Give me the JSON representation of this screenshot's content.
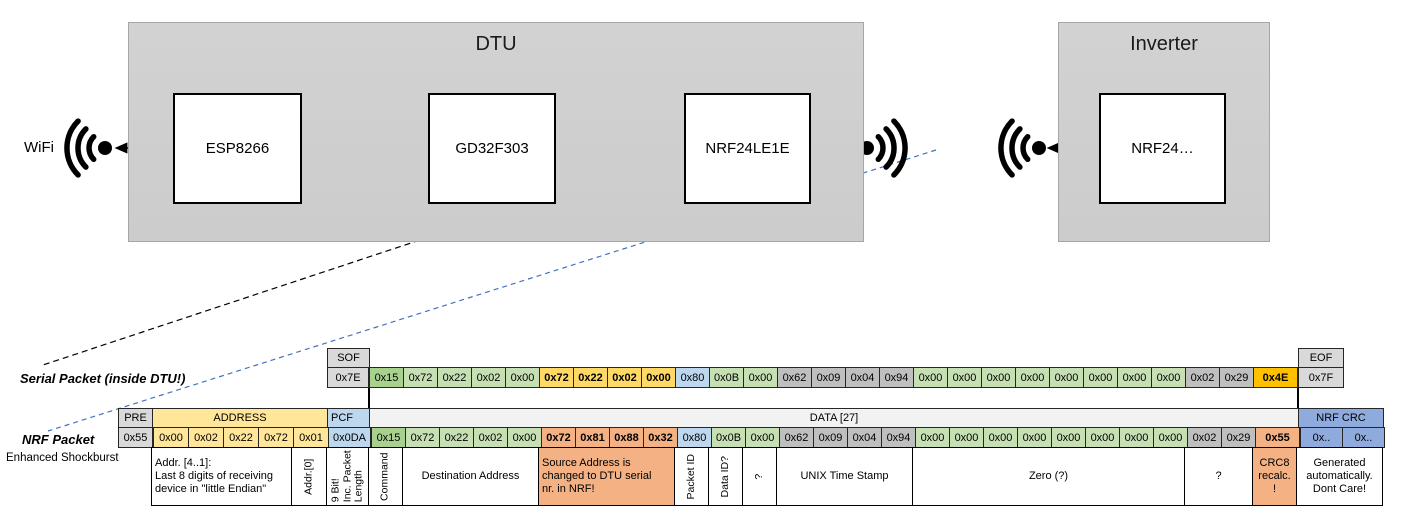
{
  "colors": {
    "green_dark": "#A9D18E",
    "green_light": "#C6E0B4",
    "gold": "#FFD966",
    "gold_bright": "#FFC000",
    "orange": "#F4B183",
    "blue_light": "#BDD7EE",
    "blue_crc": "#8FAADC",
    "gray_mid": "#BFBFBF",
    "gray_header": "#D9D9D9",
    "yellow": "#FFE699",
    "data_header_bg": "#F2F2F2",
    "arrow_orange": "#ED7D31",
    "arrow_green": "#70AD47",
    "dash_blue": "#4472C4",
    "white": "#FFFFFF"
  },
  "diagram": {
    "wifi_label": "WiFi",
    "dtu": {
      "title": "DTU",
      "chips": [
        "ESP8266",
        "GD32F303",
        "NRF24LE1E"
      ]
    },
    "inverter": {
      "title": "Inverter",
      "chip": "NRF24…"
    }
  },
  "serial_packet": {
    "label": "Serial Packet (inside DTU!)",
    "sof_header": "SOF",
    "sof_value": "0x7E",
    "eof_header": "EOF",
    "eof_value": "0x7F",
    "bytes": [
      {
        "v": "0x15",
        "c": "green_dark"
      },
      {
        "v": "0x72",
        "c": "green_light"
      },
      {
        "v": "0x22",
        "c": "green_light"
      },
      {
        "v": "0x02",
        "c": "green_light"
      },
      {
        "v": "0x00",
        "c": "green_light"
      },
      {
        "v": "0x72",
        "c": "gold",
        "b": true
      },
      {
        "v": "0x22",
        "c": "gold",
        "b": true
      },
      {
        "v": "0x02",
        "c": "gold",
        "b": true
      },
      {
        "v": "0x00",
        "c": "gold",
        "b": true
      },
      {
        "v": "0x80",
        "c": "blue_light"
      },
      {
        "v": "0x0B",
        "c": "green_light"
      },
      {
        "v": "0x00",
        "c": "green_light"
      },
      {
        "v": "0x62",
        "c": "gray_mid"
      },
      {
        "v": "0x09",
        "c": "gray_mid"
      },
      {
        "v": "0x04",
        "c": "gray_mid"
      },
      {
        "v": "0x94",
        "c": "gray_mid"
      },
      {
        "v": "0x00",
        "c": "green_light"
      },
      {
        "v": "0x00",
        "c": "green_light"
      },
      {
        "v": "0x00",
        "c": "green_light"
      },
      {
        "v": "0x00",
        "c": "green_light"
      },
      {
        "v": "0x00",
        "c": "green_light"
      },
      {
        "v": "0x00",
        "c": "green_light"
      },
      {
        "v": "0x00",
        "c": "green_light"
      },
      {
        "v": "0x00",
        "c": "green_light"
      },
      {
        "v": "0x02",
        "c": "gray_mid"
      },
      {
        "v": "0x29",
        "c": "gray_mid"
      },
      {
        "v": "0x4E",
        "c": "gold_bright",
        "b": true
      }
    ]
  },
  "nrf_packet": {
    "label": "NRF Packet",
    "sublabel": "Enhanced Shockburst",
    "pre_header": "PRE",
    "pre_value": "0x55",
    "address_header": "ADDRESS",
    "address_values": [
      "0x00",
      "0x02",
      "0x22",
      "0x72",
      "0x01"
    ],
    "pcf_header": "PCF",
    "pcf_value": "0x0DA",
    "data_header": "DATA [27]",
    "crc_header": "NRF CRC",
    "crc_values": [
      "0x..",
      "0x.."
    ],
    "bytes": [
      {
        "v": "0x15",
        "c": "green_dark"
      },
      {
        "v": "0x72",
        "c": "green_light"
      },
      {
        "v": "0x22",
        "c": "green_light"
      },
      {
        "v": "0x02",
        "c": "green_light"
      },
      {
        "v": "0x00",
        "c": "green_light"
      },
      {
        "v": "0x72",
        "c": "orange",
        "b": true
      },
      {
        "v": "0x81",
        "c": "orange",
        "b": true
      },
      {
        "v": "0x88",
        "c": "orange",
        "b": true
      },
      {
        "v": "0x32",
        "c": "orange",
        "b": true
      },
      {
        "v": "0x80",
        "c": "blue_light"
      },
      {
        "v": "0x0B",
        "c": "green_light"
      },
      {
        "v": "0x00",
        "c": "green_light"
      },
      {
        "v": "0x62",
        "c": "gray_mid"
      },
      {
        "v": "0x09",
        "c": "gray_mid"
      },
      {
        "v": "0x04",
        "c": "gray_mid"
      },
      {
        "v": "0x94",
        "c": "gray_mid"
      },
      {
        "v": "0x00",
        "c": "green_light"
      },
      {
        "v": "0x00",
        "c": "green_light"
      },
      {
        "v": "0x00",
        "c": "green_light"
      },
      {
        "v": "0x00",
        "c": "green_light"
      },
      {
        "v": "0x00",
        "c": "green_light"
      },
      {
        "v": "0x00",
        "c": "green_light"
      },
      {
        "v": "0x00",
        "c": "green_light"
      },
      {
        "v": "0x00",
        "c": "green_light"
      },
      {
        "v": "0x02",
        "c": "gray_mid"
      },
      {
        "v": "0x29",
        "c": "gray_mid"
      },
      {
        "v": "0x55",
        "c": "orange",
        "b": true
      }
    ]
  },
  "annotations": [
    {
      "text": "Addr. [4..1]:\nLast 8 digits of receiving\ndevice in \"little Endian\"",
      "section": "address",
      "cells": 4,
      "orient": "h",
      "align": "left",
      "bg": "white",
      "name": "annotation-addr-4-1"
    },
    {
      "text": "Addr.[0]",
      "section": "address",
      "cells": 1,
      "orient": "v",
      "bg": "white",
      "name": "annotation-addr-0"
    },
    {
      "text": "9 Bit!\nInc. Packet\nLength",
      "section": "pcf",
      "cells": 1,
      "orient": "v",
      "bg": "white",
      "name": "annotation-pcf-length"
    },
    {
      "text": "Command",
      "section": "data",
      "cells": 1,
      "orient": "v",
      "bg": "white",
      "name": "annotation-command"
    },
    {
      "text": "Destination Address",
      "section": "data",
      "cells": 4,
      "orient": "h",
      "bg": "white",
      "name": "annotation-destination-address"
    },
    {
      "text": "Source Address is\nchanged to DTU serial\nnr. in NRF!",
      "section": "data",
      "cells": 4,
      "orient": "h",
      "align": "left",
      "bg": "orange",
      "name": "annotation-source-address"
    },
    {
      "text": "Packet ID",
      "section": "data",
      "cells": 1,
      "orient": "v",
      "bg": "white",
      "name": "annotation-packet-id"
    },
    {
      "text": "Data ID?",
      "section": "data",
      "cells": 1,
      "orient": "v",
      "bg": "white",
      "name": "annotation-data-id"
    },
    {
      "text": "?",
      "section": "data",
      "cells": 1,
      "orient": "v",
      "bg": "white",
      "name": "annotation-question-1"
    },
    {
      "text": "UNIX Time Stamp",
      "section": "data",
      "cells": 4,
      "orient": "h",
      "bg": "white",
      "name": "annotation-unix-time-stamp"
    },
    {
      "text": "Zero (?)",
      "section": "data",
      "cells": 8,
      "orient": "h",
      "bg": "white",
      "name": "annotation-zero"
    },
    {
      "text": "?",
      "section": "data",
      "cells": 2,
      "orient": "h",
      "bg": "white",
      "name": "annotation-question-2"
    },
    {
      "text": "CRC8\nrecalc.\n!",
      "section": "data",
      "cells": 1,
      "orient": "h",
      "bg": "orange",
      "name": "annotation-crc8-recalc"
    },
    {
      "text": "Generated\nautomatically.\nDont Care!",
      "section": "crc",
      "cells": 2,
      "orient": "h",
      "bg": "white",
      "name": "annotation-crc-generated"
    }
  ]
}
